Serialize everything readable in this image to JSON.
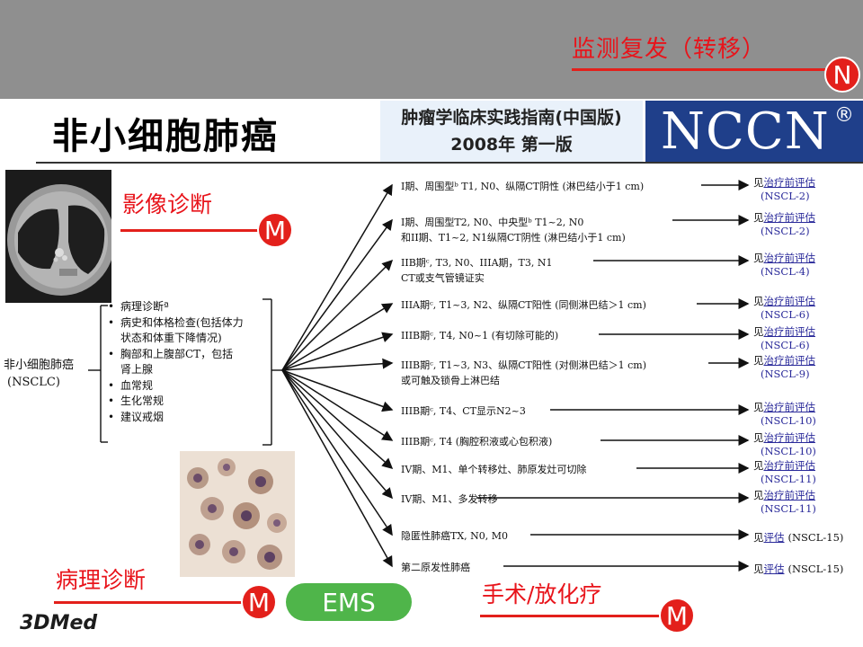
{
  "header": {
    "monitor_label": "监测复发（转移）",
    "badge_n": "N"
  },
  "slide_title": "非小细胞肺癌",
  "guideline": {
    "title": "肿瘤学临床实践指南(中国版)",
    "edition": "2008年  第一版"
  },
  "brand": {
    "nccn": "NCCN",
    "registered": "®"
  },
  "labels": {
    "imaging": "影像诊断",
    "pathology": "病理诊断",
    "surgery": "手术/放化疗",
    "badge_m": "M",
    "ems": "EMS"
  },
  "nsclc": {
    "line1": "非小细胞肺癌",
    "line2": "(NSCLC)"
  },
  "workup": [
    "病理诊断ª",
    "病史和体格检查(包括体力",
    "状态和体重下降情况)",
    "胸部和上腹部CT，包括",
    "肾上腺",
    "血常规",
    "生化常规",
    "建议戒烟"
  ],
  "stages": [
    {
      "l1": "I期、周围型ᵇ T1, N0、纵隔CT阴性 (淋巴结小于1 cm)",
      "l2": ""
    },
    {
      "l1": "I期、周围型T2, N0、中央型ᵇ T1~2, N0",
      "l2": "和II期、T1~2, N1纵隔CT阴性 (淋巴结小于1 cm)"
    },
    {
      "l1": "IIB期ᶜ, T3, N0、IIIA期，T3, N1",
      "l2": "CT或支气管镜证实"
    },
    {
      "l1": "IIIA期ᶜ, T1~3, N2、纵隔CT阳性 (同侧淋巴结＞1 cm)",
      "l2": ""
    },
    {
      "l1": "IIIB期ᶜ, T4, N0~1 (有切除可能的)",
      "l2": ""
    },
    {
      "l1": "IIIB期ᶜ, T1~3, N3、纵隔CT阳性 (对侧淋巴结＞1 cm)",
      "l2": "或可触及锁骨上淋巴结"
    },
    {
      "l1": "IIIB期ᶜ, T4、CT显示N2~3",
      "l2": ""
    },
    {
      "l1": "IIIB期ᶜ, T4 (胸腔积液或心包积液)",
      "l2": ""
    },
    {
      "l1": "IV期、M1、单个转移灶、肺原发灶可切除",
      "l2": ""
    },
    {
      "l1": "IV期、M1、多发转移",
      "l2": ""
    },
    {
      "l1": "隐匿性肺癌TX, N0, M0",
      "l2": ""
    },
    {
      "l1": "第二原发性肺癌",
      "l2": ""
    }
  ],
  "refs": [
    {
      "pre": "见",
      "link": "治疗前评估",
      "code": "(NSCL-2)"
    },
    {
      "pre": "见",
      "link": "治疗前评估",
      "code": "(NSCL-2)"
    },
    {
      "pre": "见",
      "link": "治疗前评估",
      "code": "(NSCL-4)"
    },
    {
      "pre": "见",
      "link": "治疗前评估",
      "code": "(NSCL-6)"
    },
    {
      "pre": "见",
      "link": "治疗前评估",
      "code": "(NSCL-6)"
    },
    {
      "pre": "见",
      "link": "治疗前评估",
      "code": "(NSCL-9)"
    },
    {
      "pre": "见",
      "link": "治疗前评估",
      "code": "(NSCL-10)"
    },
    {
      "pre": "见",
      "link": "治疗前评估",
      "code": "(NSCL-10)"
    },
    {
      "pre": "见",
      "link": "治疗前评估",
      "code": "(NSCL-11)"
    },
    {
      "pre": "见",
      "link": "治疗前评估",
      "code": "(NSCL-11)"
    },
    {
      "pre": "见",
      "link": "评估",
      "code": "(NSCL-15)"
    },
    {
      "pre": "见",
      "link": "评估",
      "code": "(NSCL-15)"
    }
  ],
  "logo": "3DMed",
  "colors": {
    "topbar": "#8f8f8f",
    "accent_red": "#e3201b",
    "nccn_blue": "#1f3f8a",
    "ems_green": "#4fb54a"
  }
}
